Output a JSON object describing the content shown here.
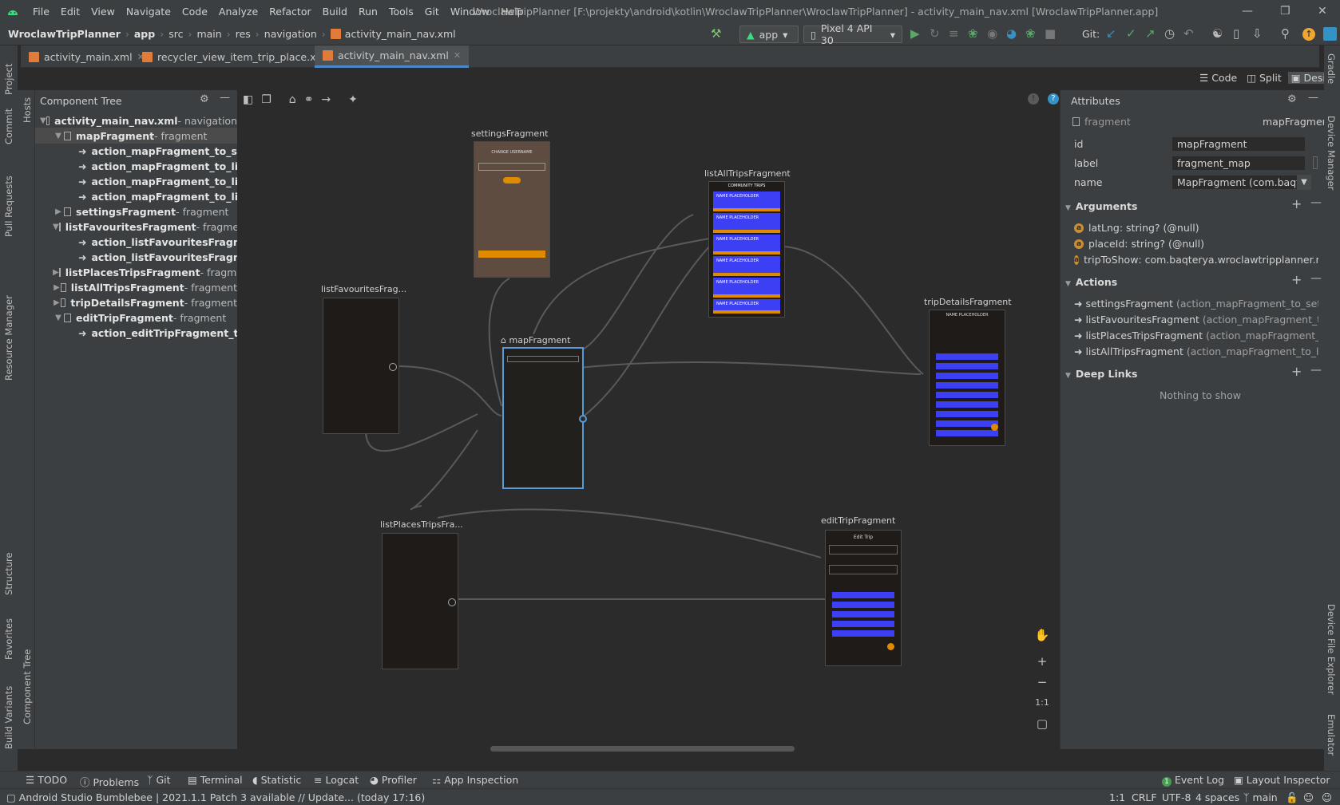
{
  "window": {
    "title": "WroclawTripPlanner [F:\\projekty\\android\\kotlin\\WroclawTripPlanner\\WroclawTripPlanner] - activity_main_nav.xml [WroclawTripPlanner.app]",
    "menu": [
      "File",
      "Edit",
      "View",
      "Navigate",
      "Code",
      "Analyze",
      "Refactor",
      "Build",
      "Run",
      "Tools",
      "Git",
      "Window",
      "Help"
    ]
  },
  "breadcrumbs": [
    "WroclawTripPlanner",
    "app",
    "src",
    "main",
    "res",
    "navigation",
    "activity_main_nav.xml"
  ],
  "toolbar": {
    "run_config": "app",
    "device": "Pixel 4 API 30",
    "git_label": "Git:"
  },
  "tabs": [
    {
      "label": "activity_main.xml"
    },
    {
      "label": "recycler_view_item_trip_place.xml"
    },
    {
      "label": "activity_main_nav.xml"
    }
  ],
  "view_modes": {
    "code": "Code",
    "split": "Split",
    "design": "Design"
  },
  "left_strip": {
    "project": "Project",
    "commit": "Commit",
    "pull_requests": "Pull Requests",
    "resource_manager": "Resource Manager",
    "structure": "Structure",
    "favorites": "Favorites",
    "build_variants": "Build Variants"
  },
  "host_strip": {
    "hosts": "Hosts",
    "component_tree": "Component Tree"
  },
  "right_strip": {
    "gradle": "Gradle",
    "device_manager": "Device Manager",
    "device_file_explorer": "Device File Explorer",
    "emulator": "Emulator"
  },
  "component_tree": {
    "title": "Component Tree",
    "rows": [
      {
        "name": "activity_main_nav.xml",
        "sub": " - navigation"
      },
      {
        "name": "mapFragment",
        "sub": " - fragment"
      },
      {
        "name": "action_mapFragment_to_settingsFragment",
        "sub": ""
      },
      {
        "name": "action_mapFragment_to_listFavouritesFragment",
        "sub": ""
      },
      {
        "name": "action_mapFragment_to_listPlacesTripsFragment",
        "sub": ""
      },
      {
        "name": "action_mapFragment_to_listAllTripsFragment",
        "sub": ""
      },
      {
        "name": "settingsFragment",
        "sub": " - fragment"
      },
      {
        "name": "listFavouritesFragment",
        "sub": " - fragment"
      },
      {
        "name": "action_listFavouritesFragment_to_mapFragment",
        "sub": ""
      },
      {
        "name": "action_listFavouritesFragment_to_tripDetailsFragment",
        "sub": ""
      },
      {
        "name": "listPlacesTripsFragment",
        "sub": " - fragment"
      },
      {
        "name": "listAllTripsFragment",
        "sub": " - fragment"
      },
      {
        "name": "tripDetailsFragment",
        "sub": " - fragment"
      },
      {
        "name": "editTripFragment",
        "sub": " - fragment"
      },
      {
        "name": "action_editTripFragment_to_listPlacesTripsFragment",
        "sub": ""
      }
    ]
  },
  "graph": {
    "fragments": {
      "settings": "settingsFragment",
      "listAllTrips": "listAllTripsFragment",
      "listFavourites": "listFavouritesFrag...",
      "map": "mapFragment",
      "tripDetails": "tripDetailsFragment",
      "listPlacesTrips": "listPlacesTripsFra...",
      "editTrip": "editTripFragment"
    },
    "preview": {
      "change_username": "CHANGE USERNAME",
      "community_trips": "COMMUNITY TRIPS",
      "name_placeholder": "NAME PLACEHOLDER",
      "edit_trip": "Edit Trip"
    }
  },
  "attributes": {
    "title": "Attributes",
    "type": "fragment",
    "selected": "mapFragment",
    "id_label": "id",
    "id_value": "mapFragment",
    "label_label": "label",
    "label_value": "fragment_map",
    "name_label": "name",
    "name_value": "MapFragment (com.baqter",
    "arguments_title": "Arguments",
    "arguments": [
      {
        "name": "latLng",
        "type": ": string? (@null)"
      },
      {
        "name": "placeId",
        "type": ": string? (@null)"
      },
      {
        "name": "tripToShow",
        "type": ": com.baqterya.wroclawtripplanner.model.Tri"
      }
    ],
    "actions_title": "Actions",
    "actions": [
      {
        "dest": "settingsFragment",
        "id": "(action_mapFragment_to_settingsFrag"
      },
      {
        "dest": "listFavouritesFragment",
        "id": "(action_mapFragment_to_listFave"
      },
      {
        "dest": "listPlacesTripsFragment",
        "id": "(action_mapFragment_to_listPla"
      },
      {
        "dest": "listAllTripsFragment",
        "id": "(action_mapFragment_to_listAllTrip"
      }
    ],
    "deeplinks_title": "Deep Links",
    "nothing": "Nothing to show"
  },
  "zoom": {
    "one_to_one": "1:1"
  },
  "bottom_tools": [
    "TODO",
    "Problems",
    "Git",
    "Terminal",
    "Statistic",
    "Logcat",
    "Profiler",
    "App Inspection"
  ],
  "bottom_right": {
    "event_log": "Event Log",
    "layout_inspector": "Layout Inspector"
  },
  "status": {
    "message": "Android Studio Bumblebee | 2021.1.1 Patch 3 available // Update... (today 17:16)",
    "position": "1:1",
    "line_sep": "CRLF",
    "encoding": "UTF-8",
    "indent": "4 spaces",
    "branch": "main"
  },
  "colors": {
    "accent": "#4a88c7",
    "card": "#3d3ff5",
    "orange": "#e08a00",
    "android": "#3ddc84"
  }
}
